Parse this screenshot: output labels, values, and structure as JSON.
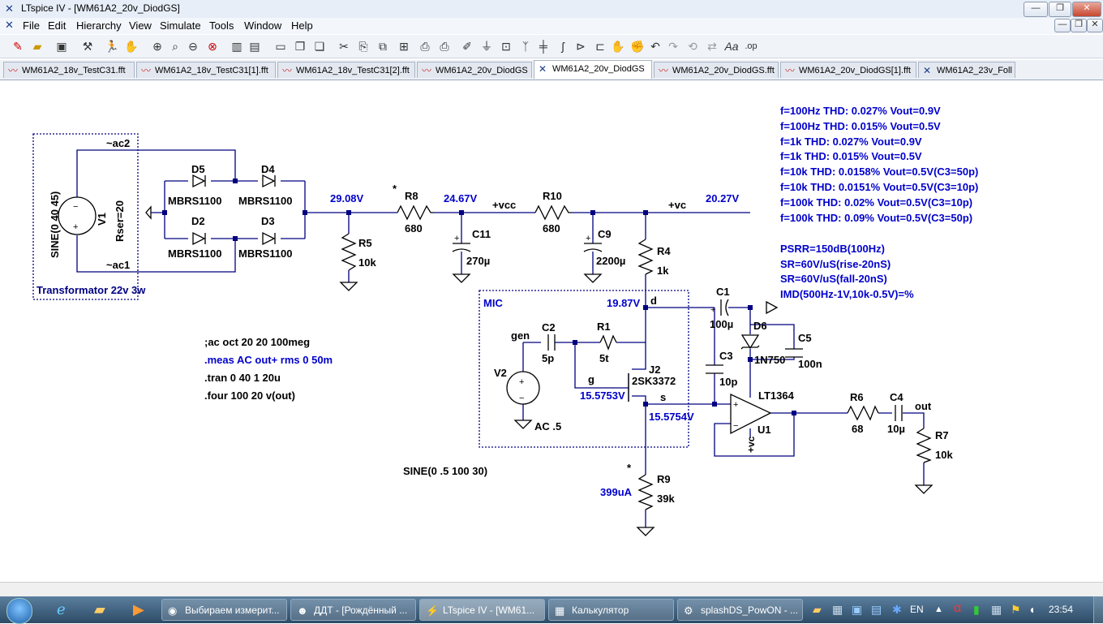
{
  "titlebar": {
    "title": "LTspice IV - [WM61A2_20v_DiodGS]",
    "icon": "ltspice-logo-icon"
  },
  "window_buttons": {
    "minimize": "—",
    "restore": "❐",
    "close": "✕"
  },
  "mdi_buttons": {
    "minimize": "—",
    "restore": "❐",
    "close": "✕"
  },
  "menu": [
    "File",
    "Edit",
    "Hierarchy",
    "View",
    "Simulate",
    "Tools",
    "Window",
    "Help"
  ],
  "toolbar_icons": [
    "new-schematic-icon",
    "open-icon",
    "save-icon",
    "control-panel-icon",
    "run-icon",
    "halt-icon",
    "zoom-in-icon",
    "pan-icon",
    "zoom-out-icon",
    "zoom-fit-icon",
    "autorange-icon",
    "tile-icon",
    "cascade-icon",
    "close-window-icon",
    "cut-icon",
    "copy-icon",
    "find-icon",
    "print-setup-icon",
    "print-icon",
    "draw-wire-icon",
    "ground-icon",
    "label-net-icon",
    "resistor-icon",
    "capacitor-icon",
    "inductor-icon",
    "diode-icon",
    "component-icon",
    "move-icon",
    "drag-icon",
    "undo-icon",
    "redo-icon",
    "rotate-icon",
    "mirror-icon",
    "text-icon",
    "spice-directive-icon"
  ],
  "tabs": [
    {
      "label": "WM61A2_18v_TestC31.fft",
      "kind": "waveform"
    },
    {
      "label": "WM61A2_18v_TestC31[1].fft",
      "kind": "waveform"
    },
    {
      "label": "WM61A2_18v_TestC31[2].fft",
      "kind": "waveform"
    },
    {
      "label": "WM61A2_20v_DiodGS",
      "kind": "waveform"
    },
    {
      "label": "WM61A2_20v_DiodGS",
      "kind": "schematic",
      "active": true
    },
    {
      "label": "WM61A2_20v_DiodGS.fft",
      "kind": "waveform"
    },
    {
      "label": "WM61A2_20v_DiodGS[1].fft",
      "kind": "waveform"
    },
    {
      "label": "WM61A2_23v_Foll",
      "kind": "schematic"
    }
  ],
  "schematic": {
    "colors": {
      "wire": "#000080",
      "net": "#0000cc",
      "component": "#000000",
      "box": "#000080"
    },
    "transformer": {
      "source_value": "SINE(0 40 45)",
      "source_name": "V1",
      "source_param": "Rser=20",
      "label_ac2": "~ac2",
      "label_ac1": "~ac1",
      "caption": "Transformator 22v 3w"
    },
    "diodes": [
      {
        "name": "D5",
        "model": "MBRS1100"
      },
      {
        "name": "D4",
        "model": "MBRS1100"
      },
      {
        "name": "D2",
        "model": "MBRS1100"
      },
      {
        "name": "D3",
        "model": "MBRS1100"
      }
    ],
    "voltages": {
      "rect": "29.08V",
      "vcc": "24.67V",
      "vc": "20.27V",
      "drain": "19.87V",
      "gate": "15.5753V",
      "source": "15.5754V",
      "r9_current": "399uA"
    },
    "nets": {
      "vcc": "+vcc",
      "vc": "+vc",
      "d": "d",
      "g": "g",
      "s": "s",
      "gen": "gen",
      "out": "out",
      "mic": "MIC",
      "opamp_supply": "+vc"
    },
    "parts": {
      "R5": {
        "name": "R5",
        "value": "10k"
      },
      "R8": {
        "name": "R8",
        "value": "680"
      },
      "C11": {
        "name": "C11",
        "value": "270µ"
      },
      "R10": {
        "name": "R10",
        "value": "680"
      },
      "C9": {
        "name": "C9",
        "value": "2200µ"
      },
      "R4": {
        "name": "R4",
        "value": "1k"
      },
      "C1": {
        "name": "C1",
        "value": "100µ"
      },
      "D6": {
        "name": "D6",
        "value": "1N750"
      },
      "C5": {
        "name": "C5",
        "value": "100n"
      },
      "C3": {
        "name": "C3",
        "value": "10p"
      },
      "C2": {
        "name": "C2",
        "value": "5p"
      },
      "R1": {
        "name": "R1",
        "value": "5t"
      },
      "J2": {
        "name": "J2",
        "value": "2SK3372"
      },
      "V2": {
        "name": "V2",
        "value": "AC .5"
      },
      "U1": {
        "name": "U1",
        "value": "LT1364"
      },
      "R6": {
        "name": "R6",
        "value": "68"
      },
      "C4": {
        "name": "C4",
        "value": "10µ"
      },
      "R7": {
        "name": "R7",
        "value": "10k"
      },
      "R9": {
        "name": "R9",
        "value": "39k"
      }
    },
    "stars": [
      "*",
      "*"
    ],
    "sine_note": "SINE(0 .5 100 30)",
    "directives": [
      {
        "text": ";ac oct 20 20 100meg",
        "type": "comment"
      },
      {
        "text": ".meas AC out+ rms 0 50m",
        "type": "meas"
      },
      {
        "text": ".tran 0 40 1 20u",
        "type": "cmd"
      },
      {
        "text": ".four 100 20 v(out)",
        "type": "cmd"
      }
    ],
    "thd_notes": [
      "f=100Hz  THD: 0.027%    Vout=0.9V",
      "f=100Hz  THD: 0.015%    Vout=0.5V",
      "f=1k        THD: 0.027%    Vout=0.9V",
      "f=1k        THD: 0.015%    Vout=0.5V",
      "f=10k      THD: 0.0158%    Vout=0.5V(C3=50p)",
      "f=10k      THD: 0.0151%    Vout=0.5V(C3=10p)",
      "f=100k    THD: 0.02%     Vout=0.5V(C3=10p)",
      "f=100k    THD: 0.09%     Vout=0.5V(C3=50p)"
    ],
    "perf_notes": [
      "PSRR=150dB(100Hz)",
      "SR=60V/uS(rise-20nS)",
      "SR=60V/uS(fall-20nS)",
      "IMD(500Hz-1V,10k-0.5V)=%"
    ]
  },
  "taskbar": {
    "quicklaunch": [
      "start-orb-icon",
      "ie-icon",
      "explorer-icon",
      "media-icon"
    ],
    "tasks": [
      {
        "label": "Выбираем измерит...",
        "icon": "firefox-icon",
        "glyph": "◉"
      },
      {
        "label": "ДДТ - [Рождённый ...",
        "icon": "alien-icon",
        "glyph": "☻"
      },
      {
        "label": "LTspice IV - [WM61...",
        "icon": "ltspice-icon",
        "glyph": "⚡",
        "active": true
      },
      {
        "label": "Калькулятор",
        "icon": "calculator-icon",
        "glyph": "▦"
      },
      {
        "label": "splashDS_PowON - ...",
        "icon": "tool-icon",
        "glyph": "⚙"
      }
    ],
    "tray": {
      "lang": "EN",
      "clock": "23:54"
    }
  }
}
